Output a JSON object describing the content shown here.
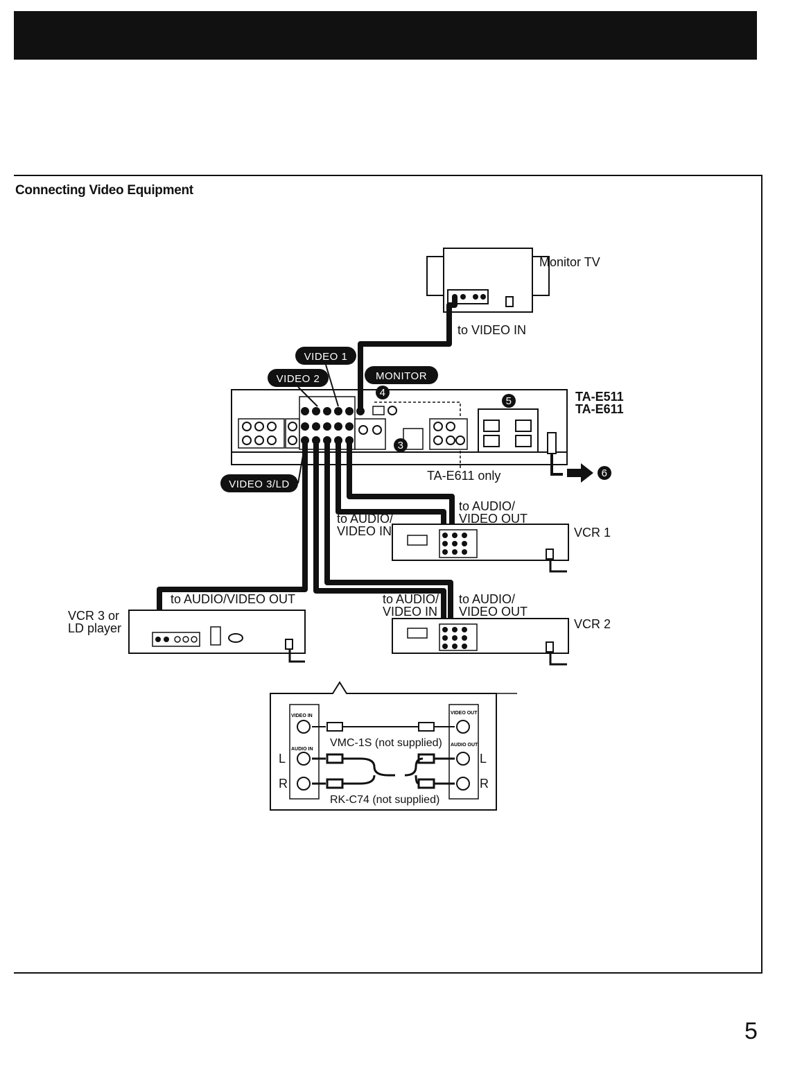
{
  "section": {
    "title": "Connecting Video Equipment"
  },
  "devices": {
    "monitor_tv": "Monitor TV",
    "amp_model_1": "TA-E511",
    "amp_model_2": "TA-E611",
    "vcr1": "VCR 1",
    "vcr2": "VCR 2",
    "vcr3_line1": "VCR 3 or",
    "vcr3_line2": "LD player"
  },
  "pills": {
    "video1": "VIDEO 1",
    "video2": "VIDEO 2",
    "monitor": "MONITOR",
    "video3": "VIDEO 3/LD"
  },
  "labels": {
    "to_video_in": "to VIDEO IN",
    "ta_e611_only": "TA-E611 only",
    "vcr1_out_1": "to AUDIO/",
    "vcr1_out_2": "VIDEO OUT",
    "vcr1_in_1": "to AUDIO/",
    "vcr1_in_2": "VIDEO IN",
    "vcr3_out": "to AUDIO/VIDEO OUT",
    "vcr2_in_1": "to AUDIO/",
    "vcr2_in_2": "VIDEO IN",
    "vcr2_out_1": "to AUDIO/",
    "vcr2_out_2": "VIDEO OUT"
  },
  "markers": {
    "m3": "3",
    "m4": "4",
    "m5": "5",
    "m6": "6"
  },
  "cables": {
    "vmc": "VMC-1S (not supplied)",
    "rkc": "RK-C74 (not supplied)",
    "video_in": "VIDEO IN",
    "audio_in": "AUDIO IN",
    "video_out": "VIDEO OUT",
    "audio_out": "AUDIO OUT",
    "l_left": "L",
    "r_left": "R",
    "l_right": "L",
    "r_right": "R"
  },
  "page": {
    "number": "5"
  }
}
